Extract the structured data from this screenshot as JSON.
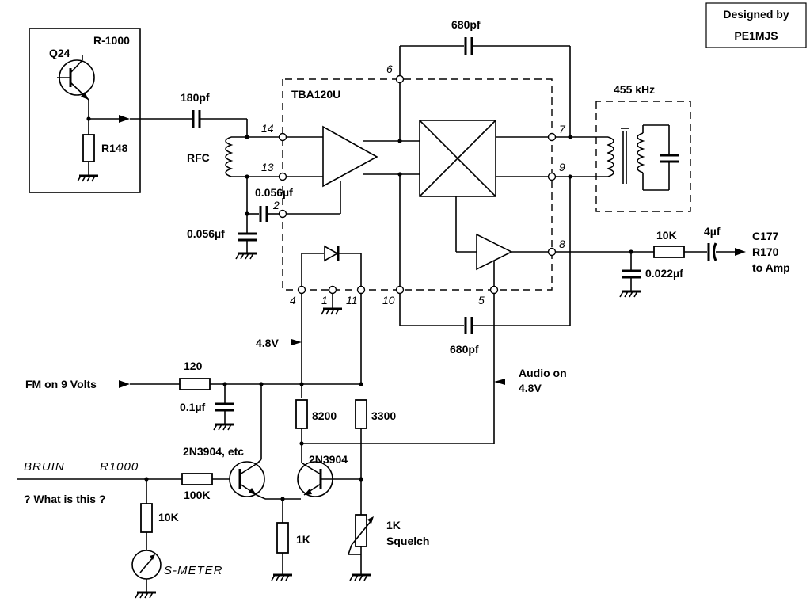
{
  "designer": {
    "line1": "Designed by",
    "line2": "PE1MJS"
  },
  "top_left_box": {
    "ref": "R-1000",
    "transistor": "Q24",
    "resistor": "R148"
  },
  "components": {
    "cap_top_680": "680pf",
    "cap_bottom_680": "680pf",
    "cap_180": "180pf",
    "rfc": "RFC",
    "cap_0056_a": "0.056µf",
    "cap_0056_b": "0.056µf",
    "ic": "TBA120U",
    "if_filter": "455 kHz",
    "res_10k_out": "10K",
    "cap_4uf": "4µf",
    "cap_0022": "0.022µf",
    "out_line1": "C177",
    "out_line2": "R170",
    "out_line3": "to Amp",
    "res_120": "120",
    "cap_01": "0.1µf",
    "res_8200": "8200",
    "res_3300": "3300",
    "tr1": "2N3904, etc",
    "tr2": "2N3904",
    "res_100k": "100K",
    "res_10k_meter": "10K",
    "res_1k": "1K",
    "pot_1k": "1K",
    "squelch": "Squelch",
    "s_meter": "S-METER",
    "bruin": "BRUIN",
    "r1000": "R1000",
    "question": "? What is this ?"
  },
  "labels": {
    "fm_on": "FM on 9 Volts",
    "v48": "4.8V",
    "audio_on_1": "Audio on",
    "audio_on_2": "4.8V"
  },
  "pins": {
    "p14": "14",
    "p13": "13",
    "p2": "2",
    "p6": "6",
    "p7": "7",
    "p9": "9",
    "p8": "8",
    "p4": "4",
    "p1": "1",
    "p11": "11",
    "p10": "10",
    "p5": "5"
  }
}
